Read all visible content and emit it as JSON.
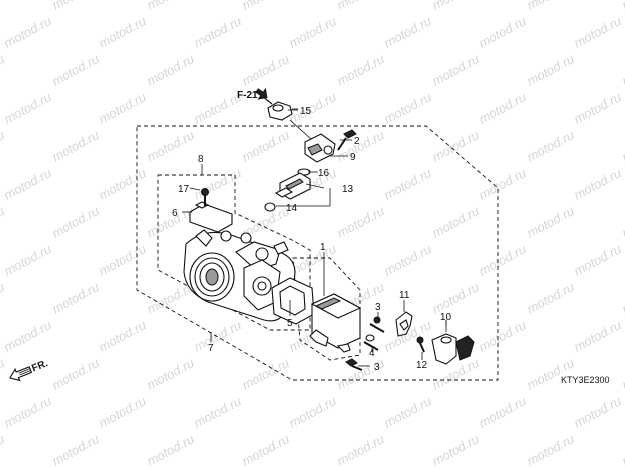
{
  "watermark": "motod.ru",
  "diagram_code": "KTY3E2300",
  "reference_label": "F-21",
  "direction_label": "FR.",
  "callouts": {
    "p1": "1",
    "p2": "2",
    "p3a": "3",
    "p3b": "3",
    "p4": "4",
    "p5": "5",
    "p6": "6",
    "p7": "7",
    "p8": "8",
    "p9": "9",
    "p10": "10",
    "p11": "11",
    "p12": "12",
    "p13": "13",
    "p14": "14",
    "p15": "15",
    "p16": "16",
    "p17": "17"
  },
  "colors": {
    "line": "#111111",
    "watermark": "#d6d6d6",
    "background": "#ffffff"
  }
}
